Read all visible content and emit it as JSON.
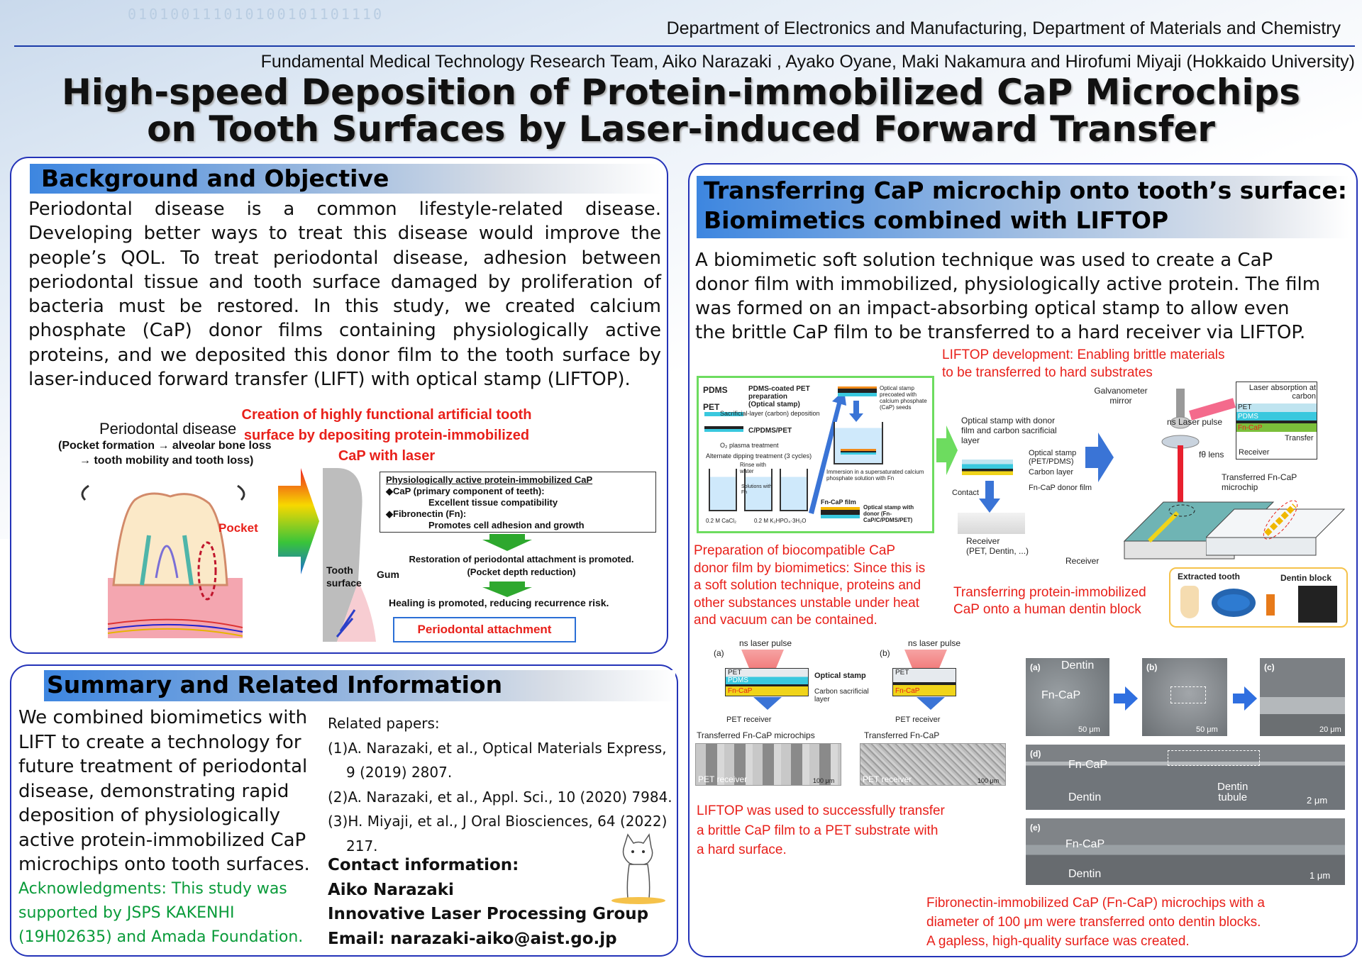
{
  "header": {
    "department": "Department of Electronics and Manufacturing, Department of Materials and Chemistry",
    "authors": "Fundamental Medical Technology Research Team, Aiko Narazaki , Ayako Oyane, Maki Nakamura and Hirofumi Miyaji (Hokkaido University)",
    "title_line1": "High-speed Deposition of Protein-immobilized CaP Microchips",
    "title_line2": "on Tooth Surfaces by Laser-induced Forward Transfer"
  },
  "background": {
    "heading": "Background and Objective",
    "lines": [
      "Periodontal disease is a common lifestyle-related disease.",
      "Developing better ways to treat this disease would improve the",
      "people’s QOL. To treat periodontal disease, adhesion between",
      "periodontal tissue and tooth surface damaged by proliferation of",
      "bacteria must be restored. In this study, we created calcium",
      "phosphate (CaP) donor films containing physiologically active",
      "proteins, and we deposited this donor film to the tooth surface by",
      "laser-induced forward transfer (LIFT) with optical stamp (LIFTOP)."
    ],
    "figure": {
      "disease_title": "Periodontal disease",
      "disease_sub1": "(Pocket formation → alveolar bone loss",
      "disease_sub2": "→ tooth mobility and tooth loss)",
      "pocket": "Pocket",
      "creation": [
        "Creation of highly functional artificial tooth",
        "surface by depositing protein-immobilized",
        "CaP with laser"
      ],
      "box_title": "Physiologically active protein-immobilized CaP",
      "box_l1": "◆CaP (primary component of teeth):",
      "box_l2": "Excellent tissue compatibility",
      "box_l3": "◆Fibronectin (Fn):",
      "box_l4": "Promotes cell adhesion and growth",
      "restore1": "Restoration of periodontal attachment is promoted.",
      "restore2": "(Pocket depth reduction)",
      "tooth_surface1": "Tooth",
      "tooth_surface2": "surface",
      "gum": "Gum",
      "healing": "Healing is promoted, reducing recurrence risk.",
      "attachment": "Periodontal attachment"
    }
  },
  "summary": {
    "heading": "Summary and Related Information",
    "lines": [
      "We combined biomimetics with",
      "LIFT to create a technology for",
      "future treatment of periodontal",
      "disease, demonstrating rapid",
      "deposition of physiologically",
      "active protein-immobilized CaP",
      "microchips onto tooth surfaces."
    ],
    "ack": [
      "Acknowledgments: This study was",
      "supported by JSPS KAKENHI",
      "(19H02635) and Amada Foundation."
    ],
    "papers_label": "Related papers:",
    "papers": [
      "(1)A. Narazaki, et al., Optical Materials Express,",
      "9 (2019) 2807.",
      "(2)A. Narazaki, et al., Appl. Sci., 10 (2020) 7984.",
      "(3)H. Miyaji, et al., J Oral Biosciences, 64 (2022)",
      "217."
    ],
    "contact_label": "Contact information:",
    "contact_name": "Aiko Narazaki",
    "contact_group": "Innovative Laser Processing Group",
    "contact_email": "Email: narazaki-aiko@aist.go.jp"
  },
  "transfer": {
    "heading_line1": "Transferring CaP microchip onto tooth’s surface:",
    "heading_line2": "Biomimetics combined with LIFTOP",
    "lines": [
      "A biomimetic soft solution technique was used to create a CaP",
      "donor film with immobilized, physiologically active protein. The film",
      "was formed on an impact-absorbing optical stamp to allow even",
      "the brittle CaP film to be transferred to a hard receiver via LIFTOP."
    ],
    "liftop_dev": [
      "LIFTOP development: Enabling brittle materials",
      "to be transferred to hard substrates"
    ],
    "prep_caption": [
      "Preparation of biocompatible CaP",
      "donor film by biomimetics: Since this is",
      "a soft solution technique, proteins and",
      "other substances unstable under heat",
      "and vacuum can be contained."
    ],
    "transfer_caption": [
      "Transferring protein-immobilized",
      "CaP onto a human dentin block"
    ],
    "pet_caption": [
      "LIFTOP was used to successfully transfer",
      "a brittle CaP film to a PET substrate with",
      "a hard surface."
    ],
    "fn_caption": [
      "Fibronectin-immobilized CaP (Fn-CaP) microchips with a",
      "diameter of 100 μm were transferred onto dentin blocks.",
      "A gapless, high-quality surface was created."
    ],
    "prep": {
      "pdms": "PDMS",
      "pet": "PET",
      "pdms_coated": "PDMS-coated PET preparation",
      "optical_stamp": "(Optical stamp)",
      "sacrificial": "Sacrificial-layer (carbon) deposition",
      "cpdms": "C/PDMS/PET",
      "o2": "O₂ plasma treatment",
      "alternate": "Alternate dipping treatment (3 cycles)",
      "rinse": "Rinse with water",
      "solutions": "Solutions with Fn",
      "cacl": "0.2 M CaCl₂",
      "khpo": "0.2 M K₂HPO₄·3H₂O",
      "precoated": "Optical stamp precoated with calcium phosphate (CaP) seeds",
      "immersion": "Immersion in a supersaturated calcium phosphate solution with Fn",
      "fncap_film": "Fn-CaP film",
      "stamp_donor": "Optical stamp with donor (Fn-CaP/C/PDMS/PET)"
    },
    "process": {
      "stamp_desc": "Optical stamp with donor film and carbon sacrificial layer",
      "os": "Optical stamp (PET/PDMS)",
      "carbon": "Carbon layer",
      "donor": "Fn-CaP donor film",
      "contact": "Contact",
      "receiver": "Receiver",
      "receiver_sub": "(PET, Dentin, ...)",
      "galvo": "Galvanometer mirror",
      "laser": "ns Laser pulse",
      "ftheta": "fθ lens",
      "receiver2": "Receiver",
      "absorption": "Laser absorption at carbon",
      "pet": "PET",
      "pdms": "PDMS",
      "fncap": "Fn-CaP",
      "transfer": "Transfer",
      "receiver3": "Receiver",
      "transferred": "Transferred Fn-CaP microchip",
      "extracted": "Extracted tooth",
      "dentin_block": "Dentin block"
    },
    "pet_fig": {
      "a": "(a)",
      "b": "(b)",
      "laser": "ns laser pulse",
      "pet": "PET",
      "pdms": "PDMS",
      "fncap": "Fn-CaP",
      "optical_stamp": "Optical stamp",
      "carbon": "Carbon sacrificial layer",
      "pet_receiver": "PET receiver",
      "transferred_micro": "Transferred Fn-CaP microchips",
      "transferred_fn": "Transferred Fn-CaP",
      "scale": "100 μm"
    },
    "sem": {
      "a": "(a)",
      "b": "(b)",
      "c": "(c)",
      "d": "(d)",
      "e": "(e)",
      "dentin": "Dentin",
      "fncap": "Fn-CaP",
      "s50": "50 μm",
      "s20": "20 μm",
      "s2": "2 μm",
      "s1": "1 μm",
      "tubule1": "Dentin",
      "tubule2": "tubule"
    }
  },
  "colors": {
    "panel_border": "#2433b8",
    "caption_red": "#e8201a",
    "ack_green": "#0a9b3a",
    "rule_blue": "#1a3aa8"
  }
}
